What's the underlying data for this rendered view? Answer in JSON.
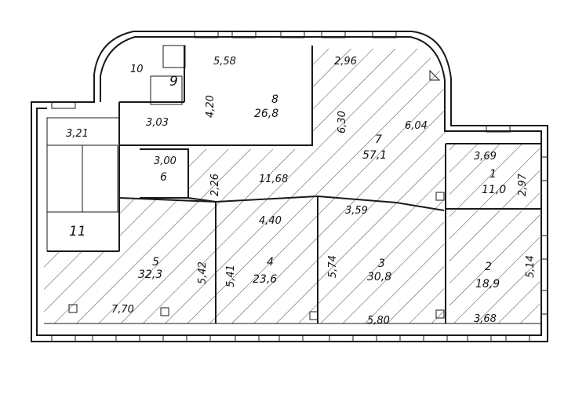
{
  "rooms": [
    {
      "id": "1",
      "area": "11,0"
    },
    {
      "id": "2",
      "area": "18,9"
    },
    {
      "id": "3",
      "area": "30,8"
    },
    {
      "id": "4",
      "area": "23,6"
    },
    {
      "id": "5",
      "area": "32,3"
    },
    {
      "id": "6",
      "area": ""
    },
    {
      "id": "7",
      "area": "57,1"
    },
    {
      "id": "8",
      "area": "26,8"
    },
    {
      "id": "9",
      "area": ""
    },
    {
      "id": "10",
      "area": ""
    },
    {
      "id": "11",
      "area": ""
    }
  ],
  "dimensions": {
    "d_558": "5,58",
    "d_296": "2,96",
    "d_420": "4,20",
    "d_630": "6,30",
    "d_604": "6,04",
    "d_303": "3,03",
    "d_321": "3,21",
    "d_300": "3,00",
    "d_226": "2,26",
    "d_1168": "11,68",
    "d_369": "3,69",
    "d_297": "2,97",
    "d_440": "4,40",
    "d_359": "3,59",
    "d_542": "5,42",
    "d_541": "5,41",
    "d_574": "5,74",
    "d_514": "5,14",
    "d_770": "7,70",
    "d_580": "5,80",
    "d_368": "3,68"
  }
}
